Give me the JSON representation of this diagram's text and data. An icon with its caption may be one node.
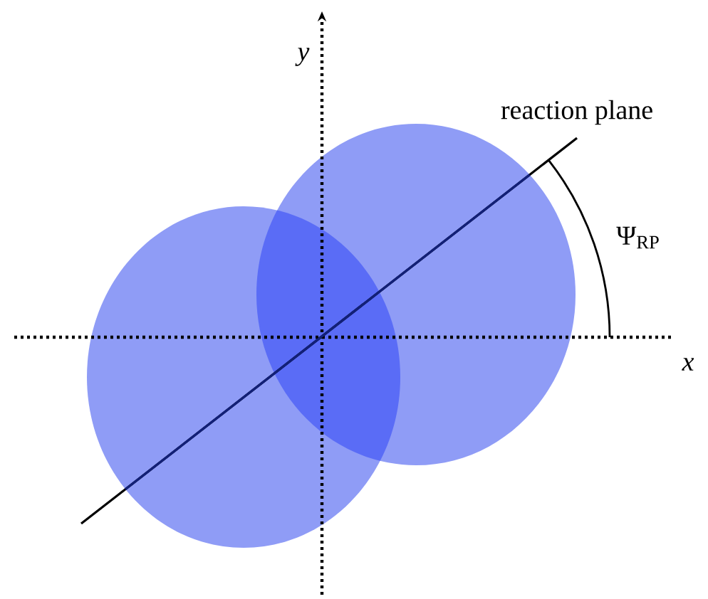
{
  "diagram": {
    "labels": [
      "y",
      "reaction plane",
      "Ψ$_{RP}$",
      "x"
    ]
  }
}
